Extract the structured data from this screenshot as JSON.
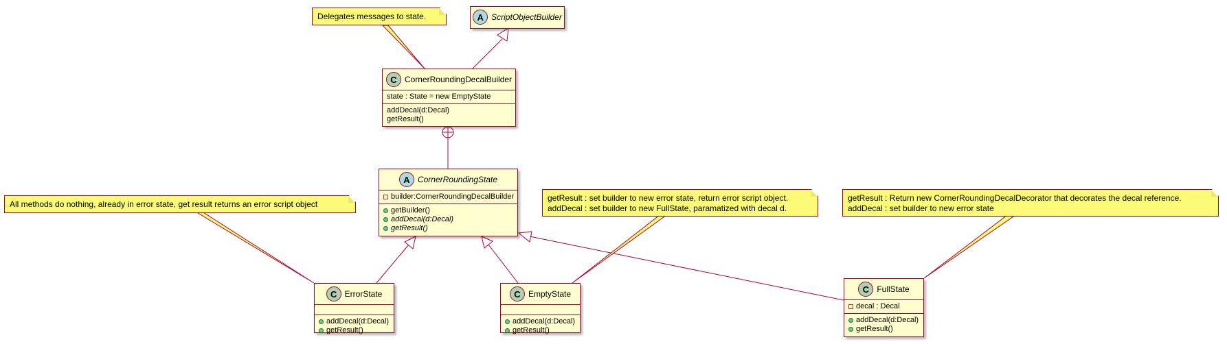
{
  "classes": {
    "script_object_builder": {
      "stereotype_icon": "A",
      "name": "ScriptObjectBuilder",
      "fields": [],
      "methods": []
    },
    "builder": {
      "stereotype_icon": "C",
      "name": "CornerRoundingDecalBuilder",
      "fields": [
        {
          "visibility": "none",
          "text": "state : State = new EmptyState"
        }
      ],
      "methods": [
        {
          "visibility": "none",
          "text": "addDecal(d:Decal)"
        },
        {
          "visibility": "none",
          "text": "getResult()"
        }
      ]
    },
    "corner_rounding_state": {
      "stereotype_icon": "A",
      "name": "CornerRoundingState",
      "fields": [
        {
          "visibility": "private",
          "text": "builder:CornerRoundingDecalBuilder"
        }
      ],
      "methods": [
        {
          "visibility": "public",
          "text": "getBuilder()",
          "abstract": false
        },
        {
          "visibility": "public",
          "text": "addDecal(d:Decal)",
          "abstract": true
        },
        {
          "visibility": "public",
          "text": "getResult()",
          "abstract": true
        }
      ]
    },
    "error_state": {
      "stereotype_icon": "C",
      "name": "ErrorState",
      "fields": [],
      "methods": [
        {
          "visibility": "public",
          "text": "addDecal(d:Decal)"
        },
        {
          "visibility": "public",
          "text": "getResult()"
        }
      ]
    },
    "empty_state": {
      "stereotype_icon": "C",
      "name": "EmptyState",
      "fields": [],
      "methods": [
        {
          "visibility": "public",
          "text": "addDecal(d:Decal)"
        },
        {
          "visibility": "public",
          "text": "getResult()"
        }
      ]
    },
    "full_state": {
      "stereotype_icon": "C",
      "name": "FullState",
      "fields": [
        {
          "visibility": "private",
          "text": "decal : Decal"
        }
      ],
      "methods": [
        {
          "visibility": "public",
          "text": "addDecal(d:Decal)"
        },
        {
          "visibility": "public",
          "text": "getResult()"
        }
      ]
    }
  },
  "notes": {
    "delegates": {
      "lines": [
        "Delegates messages to state."
      ]
    },
    "error_note": {
      "lines": [
        "All methods do nothing, already in error state, get result returns an error script object"
      ]
    },
    "empty_note": {
      "lines": [
        "getResult : set builder to new error state, return error script object.",
        "addDecal : set builder to new FullState, paramatized with decal d."
      ]
    },
    "full_note": {
      "lines": [
        "getResult : Return new CornerRoundingDecalDecorator that decorates the decal reference.",
        "addDecal : set builder to new error state"
      ]
    }
  },
  "relations": [
    {
      "type": "inheritance",
      "from": "builder",
      "to": "script_object_builder"
    },
    {
      "type": "nested",
      "from": "corner_rounding_state",
      "to": "builder"
    },
    {
      "type": "inheritance",
      "from": "error_state",
      "to": "corner_rounding_state"
    },
    {
      "type": "inheritance",
      "from": "empty_state",
      "to": "corner_rounding_state"
    },
    {
      "type": "inheritance",
      "from": "full_state",
      "to": "corner_rounding_state"
    },
    {
      "type": "note-link",
      "from": "delegates",
      "to": "builder"
    },
    {
      "type": "note-link",
      "from": "error_note",
      "to": "error_state"
    },
    {
      "type": "note-link",
      "from": "empty_note",
      "to": "empty_state"
    },
    {
      "type": "note-link",
      "from": "full_note",
      "to": "full_state"
    }
  ],
  "colors": {
    "class_fill": "#fefece",
    "border": "#a80036",
    "note_fill": "#fbfb77",
    "class_icon": "#add1b2",
    "abstract_icon": "#a9dcdf"
  }
}
